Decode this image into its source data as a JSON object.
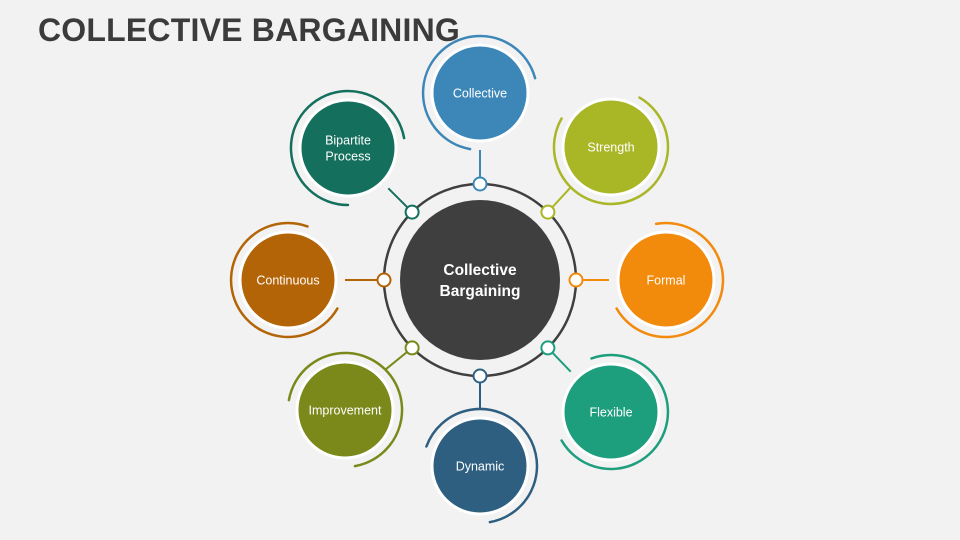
{
  "title": "COLLECTIVE BARGAINING",
  "center": {
    "lines": [
      "Collective",
      "Bargaining"
    ],
    "color": "#3f3f3f"
  },
  "ring_color": "#3f3f3f",
  "nodes": [
    {
      "id": "collective",
      "lines": [
        "Collective"
      ],
      "color": "#3d87b8"
    },
    {
      "id": "strength",
      "lines": [
        "Strength"
      ],
      "color": "#a9b626"
    },
    {
      "id": "formal",
      "lines": [
        "Formal"
      ],
      "color": "#f28a0c"
    },
    {
      "id": "flexible",
      "lines": [
        "Flexible"
      ],
      "color": "#1d9e7d"
    },
    {
      "id": "dynamic",
      "lines": [
        "Dynamic"
      ],
      "color": "#2f5f80"
    },
    {
      "id": "improvement",
      "lines": [
        "Improvement"
      ],
      "color": "#7a891a"
    },
    {
      "id": "continuous",
      "lines": [
        "Continuous"
      ],
      "color": "#b36406"
    },
    {
      "id": "bipartite",
      "lines": [
        "Bipartite",
        "Process"
      ],
      "color": "#156f5d"
    }
  ]
}
